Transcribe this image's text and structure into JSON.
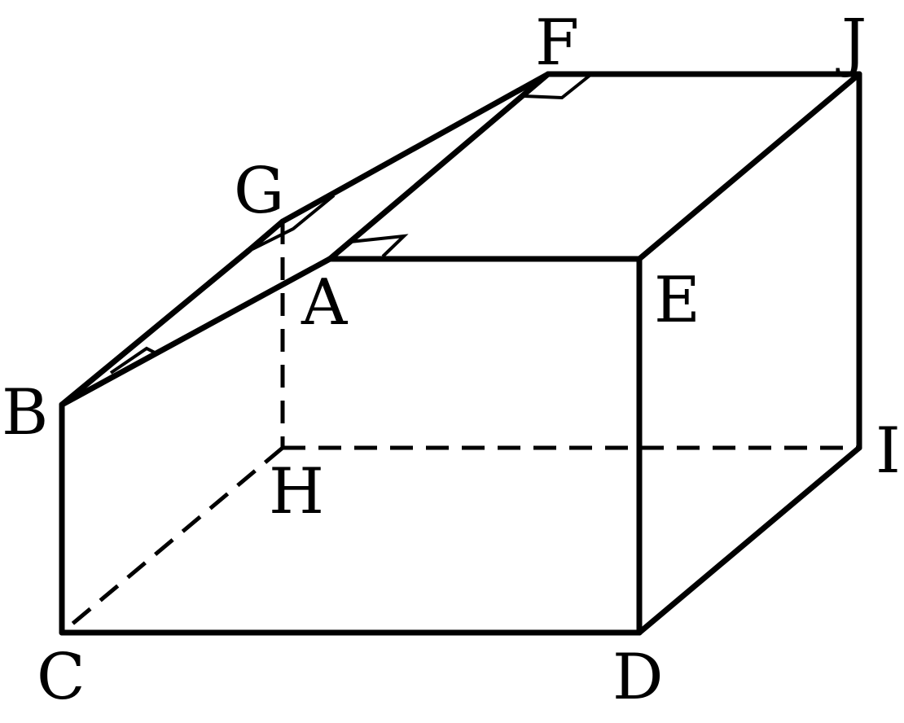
{
  "diagram": {
    "vertices": {
      "A": "A",
      "B": "B",
      "C": "C",
      "D": "D",
      "E": "E",
      "F": "F",
      "G": "G",
      "H": "H",
      "I": "I",
      "J": "J"
    }
  }
}
